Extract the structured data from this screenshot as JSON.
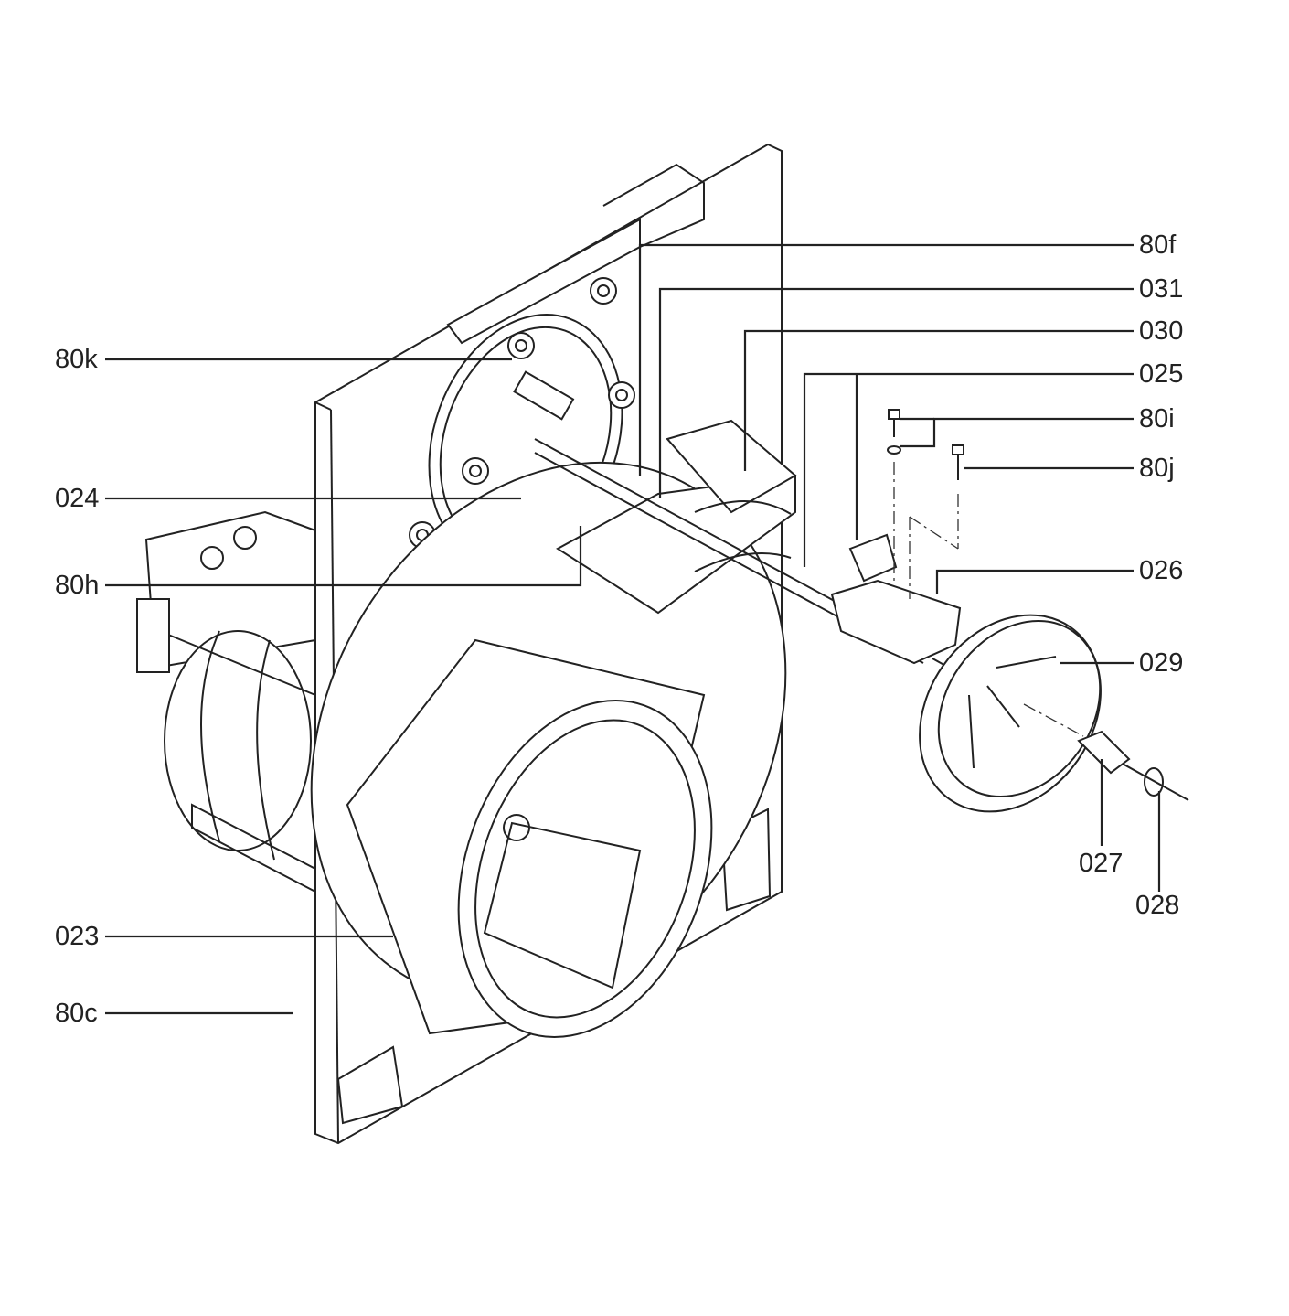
{
  "diagram": {
    "type": "exploded parts diagram",
    "labels": {
      "p80f": "80f",
      "p031": "031",
      "p030": "030",
      "p025": "025",
      "p80i": "80i",
      "p80j": "80j",
      "p026": "026",
      "p029": "029",
      "p027": "027",
      "p028": "028",
      "p80k": "80k",
      "p024": "024",
      "p80h": "80h",
      "p023": "023",
      "p80c": "80c"
    }
  }
}
